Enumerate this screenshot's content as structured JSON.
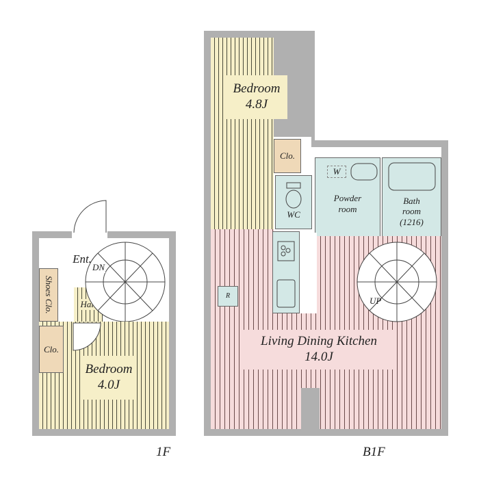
{
  "floor_1f": {
    "label": "1F",
    "rooms": {
      "entrance": "Ent.",
      "down": "DN",
      "shoes": "Shoes Clo.",
      "hall": "Hall",
      "closet": "Clo.",
      "bedroom": "Bedroom",
      "bedroom_size": "4.0J"
    }
  },
  "floor_b1f": {
    "label": "B1F",
    "rooms": {
      "bedroom": "Bedroom",
      "bedroom_size": "4.8J",
      "closet": "Clo.",
      "wc": "WC",
      "washer": "W",
      "powder": "Powder room",
      "bath": "Bath room",
      "bath_size": "(1216)",
      "fridge": "R",
      "up": "UP",
      "ldk": "Living Dining Kitchen",
      "ldk_size": "14.0J"
    }
  }
}
